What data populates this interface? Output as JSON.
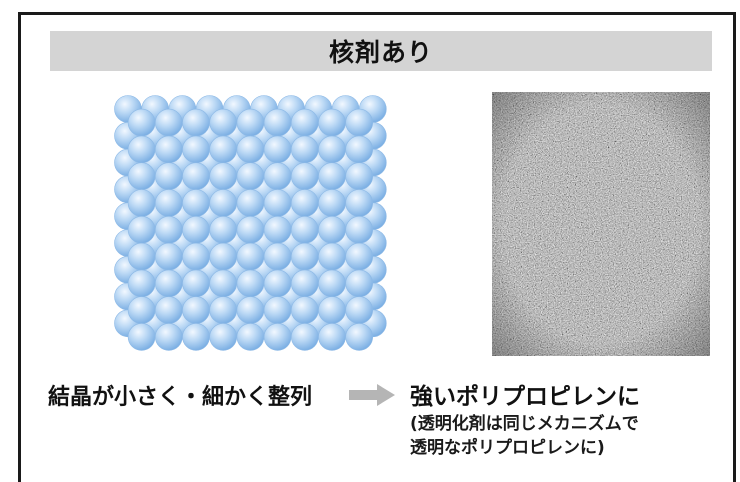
{
  "header": {
    "title": "核剤あり"
  },
  "captions": {
    "left": "結晶が小さく・細かく整列",
    "right": "強いポリプロピレンに",
    "note_line1": "(透明化剤は同じメカニズムで",
    "note_line2": "透明なポリプロピレンに)"
  },
  "colors": {
    "header_band": "#d4d4d4",
    "sphere_light": "#eef5fd",
    "sphere_mid": "#b3d3f3",
    "sphere_dark": "#7fb2e6",
    "arrow": "#b5b5b5",
    "micrograph_base": "#6e6e6e"
  },
  "icons": {
    "arrow": "right-arrow-icon"
  }
}
